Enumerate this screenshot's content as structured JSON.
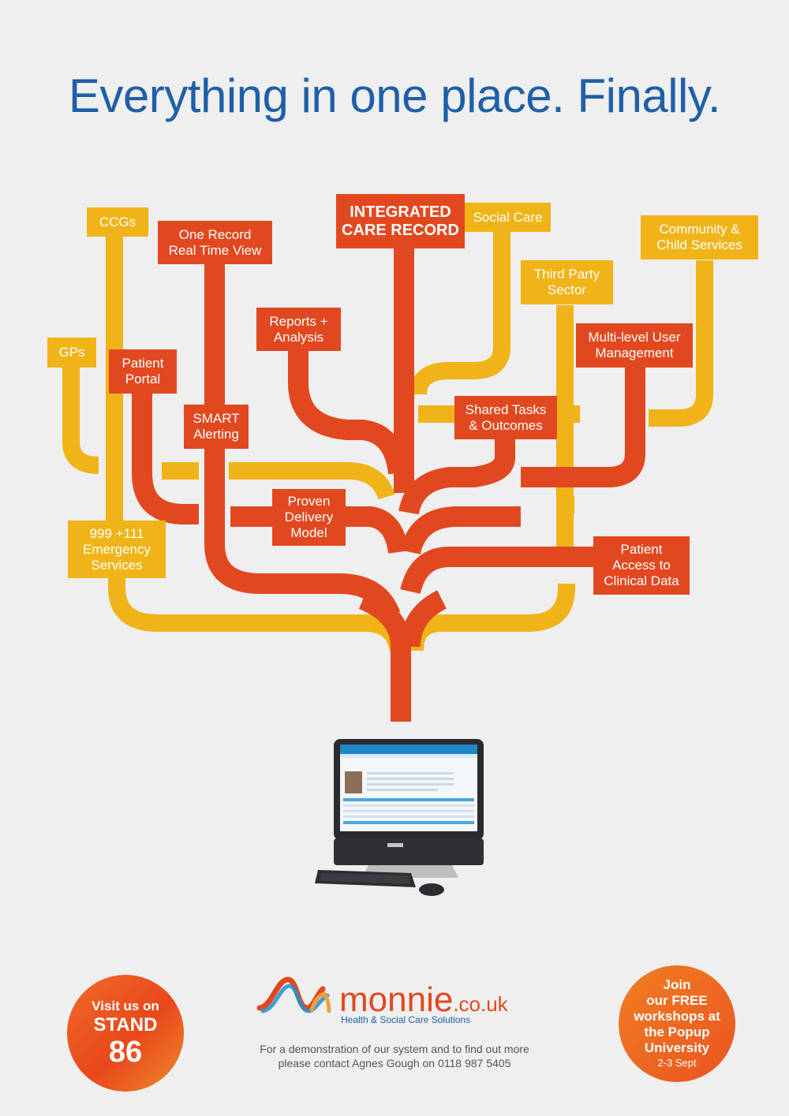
{
  "headline": "Everything in one place. Finally.",
  "nodes": {
    "ccgs": "CCGs",
    "one_record": "One Record\nReal Time View",
    "integrated": "INTEGRATED\nCARE RECORD",
    "social_care": "Social Care",
    "community": "Community &\nChild Services",
    "third_party": "Third Party\nSector",
    "reports": "Reports +\nAnalysis",
    "multi_level": "Multi-level User\nManagement",
    "gps": "GPs",
    "patient_portal": "Patient\nPortal",
    "smart_alerting": "SMART\nAlerting",
    "shared_tasks": "Shared Tasks\n& Outcomes",
    "proven_delivery": "Proven\nDelivery\nModel",
    "emergency": "999 +111\nEmergency\nServices",
    "patient_access": "Patient\nAccess to\nClinical Data"
  },
  "stand_badge": {
    "line1": "Visit us on",
    "line2": "STAND",
    "line3": "86"
  },
  "brand": {
    "name": "monnie",
    "tld": ".co.uk",
    "tagline": "Health & Social Care Solutions"
  },
  "contact": {
    "line1": "For a demonstration of our system and to find out more",
    "line2": "please contact Agnes Gough on 0118 987 5405"
  },
  "workshop_badge": {
    "line1": "Join",
    "line2": "our FREE",
    "line3": "workshops at",
    "line4": "the Popup",
    "line5": "University",
    "line6": "2-3 Sept"
  },
  "colors": {
    "red": "#e2481f",
    "yellow": "#f0b418",
    "blue": "#1f5fa8",
    "background": "#efefef"
  },
  "icons": [
    "monitor-icon",
    "keyboard-icon",
    "mouse-icon",
    "monnie-logo-wave"
  ]
}
